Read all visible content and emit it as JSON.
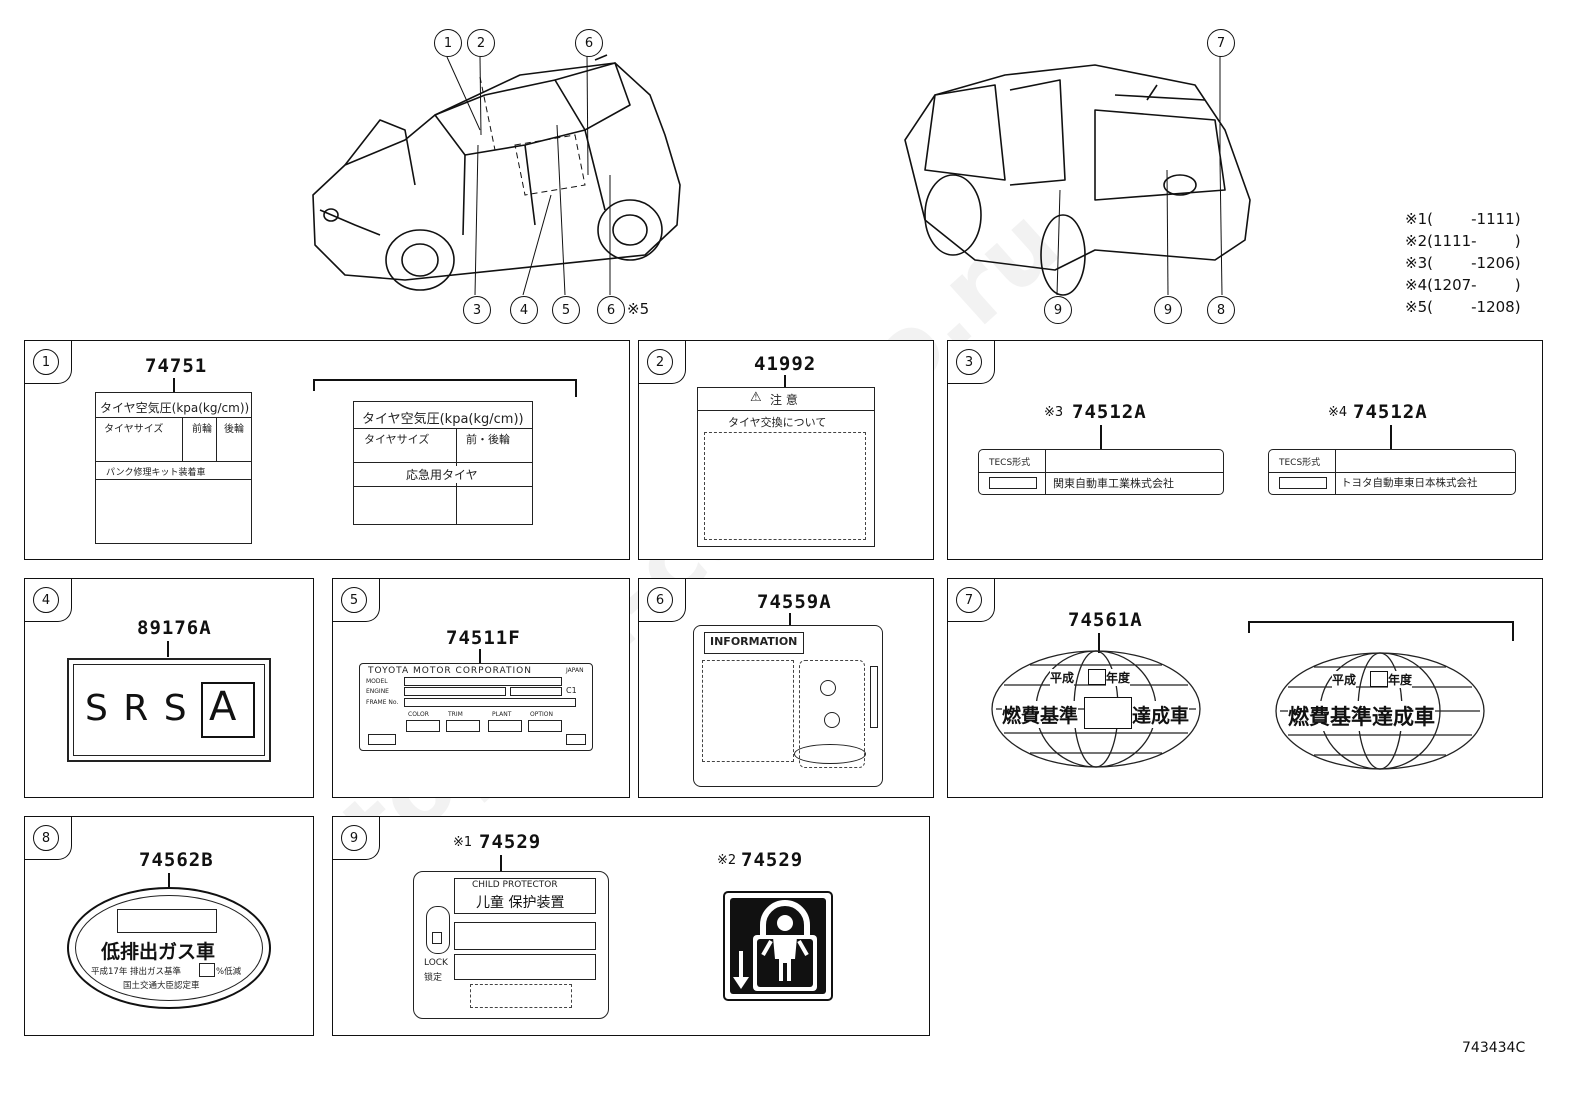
{
  "watermark": "toyota-carinfo.ru",
  "diagram_code": "743434C",
  "legend": [
    {
      "mark": "※1",
      "range": "(        -1111)"
    },
    {
      "mark": "※2",
      "range": "(1111-        )"
    },
    {
      "mark": "※3",
      "range": "(        -1206)"
    },
    {
      "mark": "※4",
      "range": "(1207-        )"
    },
    {
      "mark": "※5",
      "range": "(        -1208)"
    }
  ],
  "front_view_callouts": [
    "1",
    "2",
    "3",
    "4",
    "5",
    "6",
    "6"
  ],
  "front_view_extra_note": "※5",
  "rear_view_callouts": [
    "7",
    "8",
    "9",
    "9"
  ],
  "panels": {
    "p1": {
      "num": "1",
      "part": "74751",
      "labelA": {
        "title": "タイヤ空気圧(kpa(kg/cm))",
        "col1": "タイヤサイズ",
        "col2": "前輪",
        "col3": "後輪",
        "note": "パンク修理キット装着車"
      },
      "labelB": {
        "title": "タイヤ空気圧(kpa(kg/cm))",
        "col1": "タイヤサイズ",
        "col2": "前・後輪",
        "row": "応急用タイヤ"
      }
    },
    "p2": {
      "num": "2",
      "part": "41992",
      "header": "注 意",
      "sub": "タイヤ交換について"
    },
    "p3": {
      "num": "3",
      "left": {
        "mark": "※3",
        "part": "74512A",
        "tag": "TECS形式",
        "maker": "関東自動車工業株式会社"
      },
      "right": {
        "mark": "※4",
        "part": "74512A",
        "tag": "TECS形式",
        "maker": "トヨタ自動車東日本株式会社"
      }
    },
    "p4": {
      "num": "4",
      "part": "89176A",
      "text": "S R S",
      "box": "A"
    },
    "p5": {
      "num": "5",
      "part": "74511F",
      "maker": "TOYOTA MOTOR CORPORATION",
      "japan": "JAPAN",
      "rows": [
        "MODEL",
        "ENGINE",
        "FRAME No."
      ],
      "cols": [
        "COLOR",
        "TRIM",
        "PLANT",
        "OPTION"
      ],
      "c1": "C1"
    },
    "p6": {
      "num": "6",
      "part": "74559A",
      "title": "INFORMATION"
    },
    "p7": {
      "num": "7",
      "part": "74561A",
      "year_pre": "平成",
      "year_post": "年度",
      "text_a": "燃費基準",
      "text_a_end": "達成車",
      "text_b": "燃費基準達成車"
    },
    "p8": {
      "num": "8",
      "part": "74562B",
      "main": "低排出ガス車",
      "line1": "平成17年 排出ガス基準",
      "line1_end": "%低減",
      "line2": "国土交通大臣認定車"
    },
    "p9": {
      "num": "9",
      "left": {
        "mark": "※1",
        "part": "74529",
        "en": "CHILD PROTECTOR",
        "jp": "儿童 保护装置",
        "lock": "LOCK",
        "lock2": "锁定"
      },
      "right": {
        "mark": "※2",
        "part": "74529"
      }
    }
  }
}
